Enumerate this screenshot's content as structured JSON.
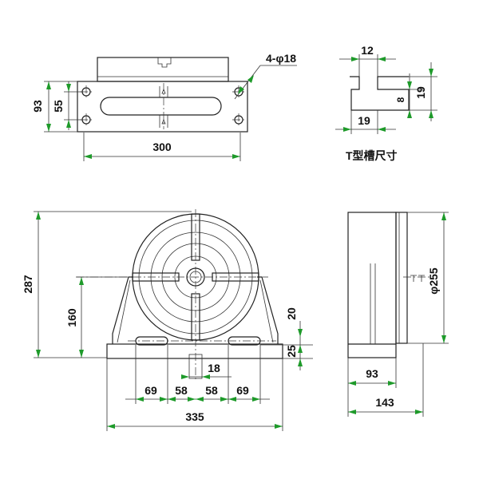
{
  "top_view": {
    "width_dim": "300",
    "slot_pitch_dim": "55",
    "depth_dim": "93",
    "hole_note": "4-φ18"
  },
  "t_slot": {
    "top_width_dim": "12",
    "bottom_width_dim": "19",
    "neck_height_dim": "8",
    "total_height_dim": "19",
    "caption": "T型槽尺寸"
  },
  "front_view": {
    "total_height_dim": "287",
    "center_height_dim": "160",
    "base_thickness_dim": "25",
    "foot_slot_dim": "20",
    "key_width_dim": "18",
    "spacing_outer_left": "69",
    "spacing_inner_left": "58",
    "spacing_inner_right": "58",
    "spacing_outer_right": "69",
    "base_width_dim": "335"
  },
  "side_view": {
    "diameter_dim": "φ255",
    "body_depth_dim": "93",
    "total_depth_dim": "143"
  }
}
